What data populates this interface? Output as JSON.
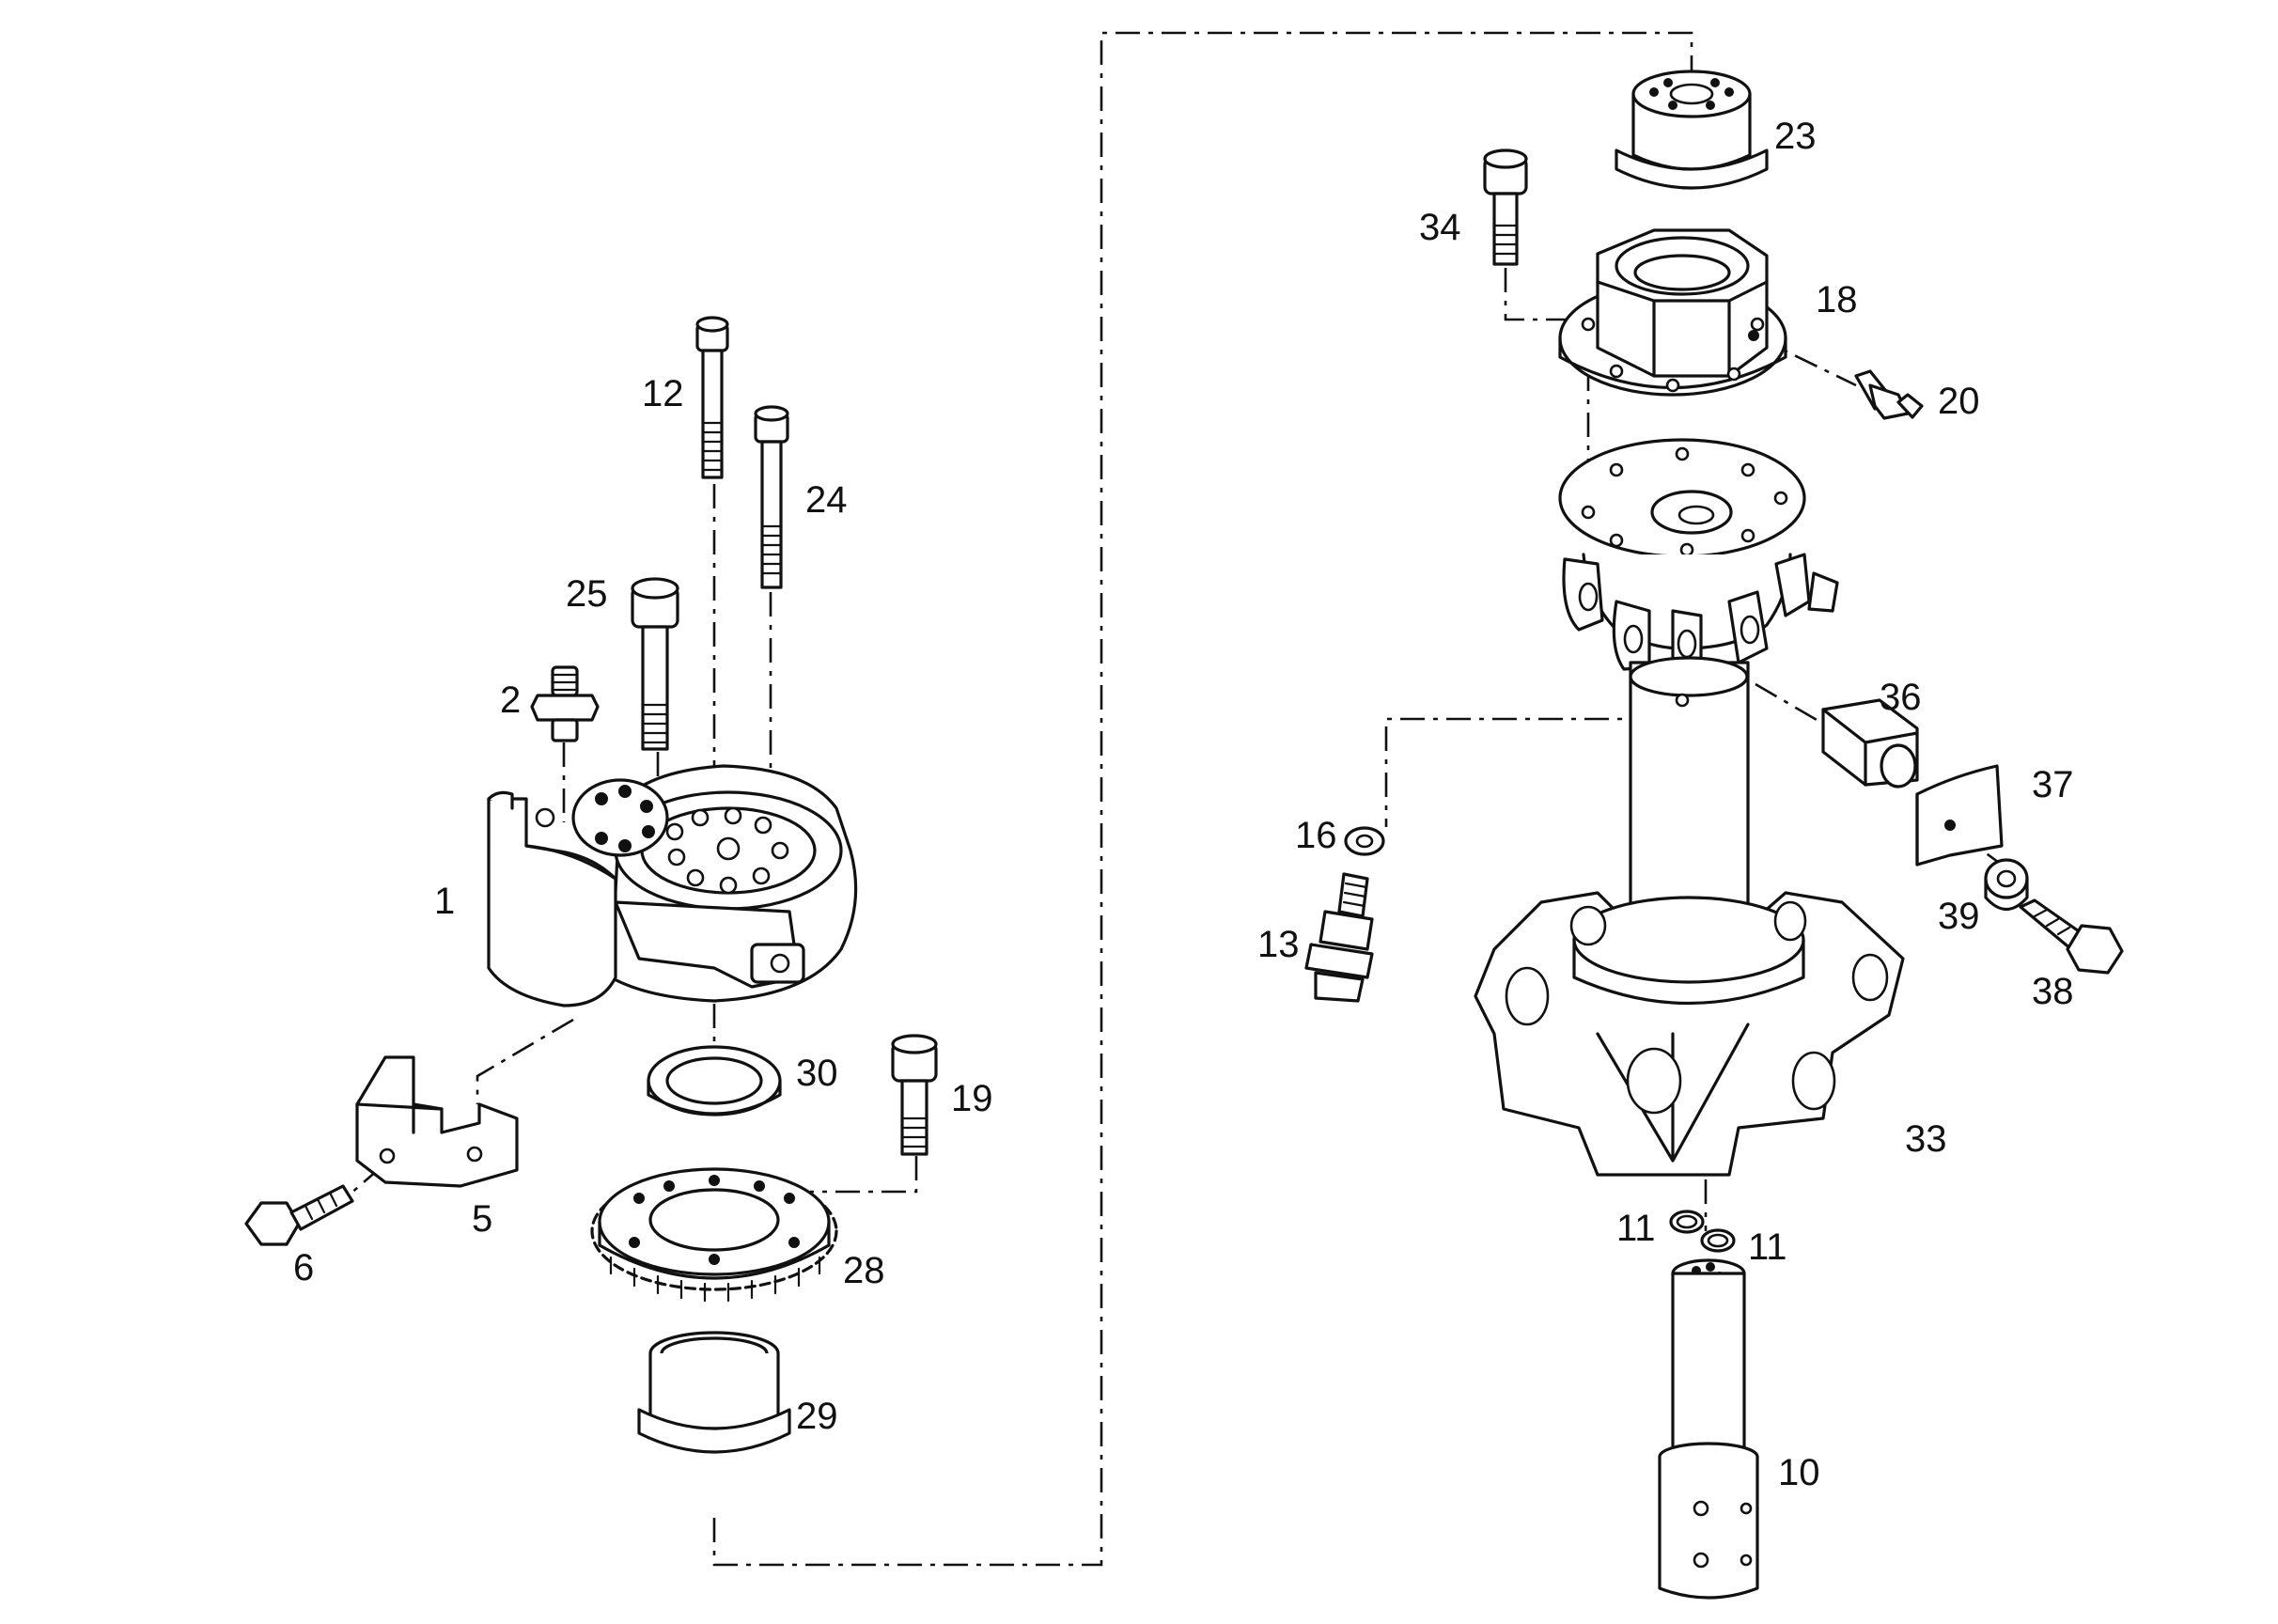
{
  "parts": [
    {
      "id": "p1",
      "number": "1"
    },
    {
      "id": "p2",
      "number": "2"
    },
    {
      "id": "p5",
      "number": "5"
    },
    {
      "id": "p6",
      "number": "6"
    },
    {
      "id": "p10",
      "number": "10"
    },
    {
      "id": "p11a",
      "number": "11"
    },
    {
      "id": "p11b",
      "number": "11"
    },
    {
      "id": "p12",
      "number": "12"
    },
    {
      "id": "p13",
      "number": "13"
    },
    {
      "id": "p16",
      "number": "16"
    },
    {
      "id": "p18",
      "number": "18"
    },
    {
      "id": "p19",
      "number": "19"
    },
    {
      "id": "p20",
      "number": "20"
    },
    {
      "id": "p23",
      "number": "23"
    },
    {
      "id": "p24",
      "number": "24"
    },
    {
      "id": "p25",
      "number": "25"
    },
    {
      "id": "p28",
      "number": "28"
    },
    {
      "id": "p29",
      "number": "29"
    },
    {
      "id": "p30",
      "number": "30"
    },
    {
      "id": "p33",
      "number": "33"
    },
    {
      "id": "p34",
      "number": "34"
    },
    {
      "id": "p36",
      "number": "36"
    },
    {
      "id": "p37",
      "number": "37"
    },
    {
      "id": "p38",
      "number": "38"
    },
    {
      "id": "p39",
      "number": "39"
    }
  ]
}
